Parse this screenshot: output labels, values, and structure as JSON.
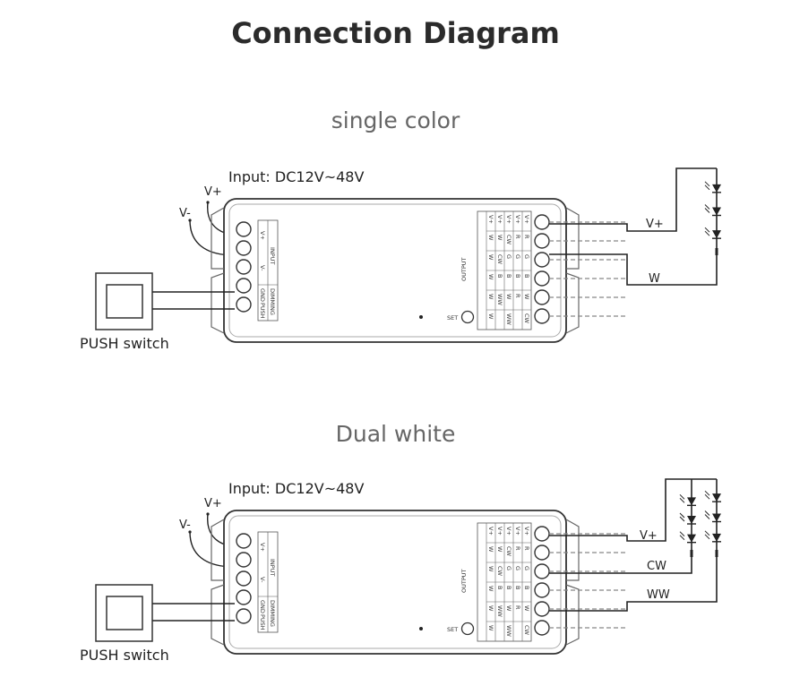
{
  "title": "Connection Diagram",
  "sections": [
    {
      "heading": "single color",
      "input_label": "Input: DC12V~48V",
      "vplus": "V+",
      "vminus": "V-",
      "switch_label": "PUSH switch",
      "input_block": {
        "header": "INPUT",
        "rows": [
          "V+",
          "V-"
        ]
      },
      "dimming_block": {
        "header": "DIMMING",
        "rows": [
          "GND",
          "PUSH"
        ]
      },
      "output_header": "OUTPUT",
      "output_cols": [
        [
          "V+",
          "W",
          "W",
          "W",
          "W",
          "W"
        ],
        [
          "V+",
          "W",
          "CW",
          "B",
          "WW",
          ""
        ],
        [
          "V+",
          "CW",
          "G",
          "B",
          "W",
          "WW"
        ],
        [
          "V+",
          "R",
          "G",
          "B",
          "R",
          ""
        ],
        [
          "V+",
          "R",
          "G",
          "B",
          "W",
          "CW"
        ]
      ],
      "set_label": "SET",
      "wire_labels": [
        "V+",
        "W"
      ],
      "strips": 1
    },
    {
      "heading": "Dual white",
      "input_label": "Input: DC12V~48V",
      "vplus": "V+",
      "vminus": "V-",
      "switch_label": "PUSH switch",
      "input_block": {
        "header": "INPUT",
        "rows": [
          "V+",
          "V-"
        ]
      },
      "dimming_block": {
        "header": "DIMMING",
        "rows": [
          "GND",
          "PUSH"
        ]
      },
      "output_header": "OUTPUT",
      "output_cols": [
        [
          "V+",
          "W",
          "W",
          "W",
          "W",
          "W"
        ],
        [
          "V+",
          "W",
          "CW",
          "B",
          "WW",
          ""
        ],
        [
          "V+",
          "CW",
          "G",
          "B",
          "W",
          "WW"
        ],
        [
          "V+",
          "R",
          "G",
          "B",
          "R",
          ""
        ],
        [
          "V+",
          "R",
          "G",
          "B",
          "W",
          "CW"
        ]
      ],
      "set_label": "SET",
      "wire_labels": [
        "V+",
        "CW",
        "WW"
      ],
      "strips": 2
    }
  ]
}
